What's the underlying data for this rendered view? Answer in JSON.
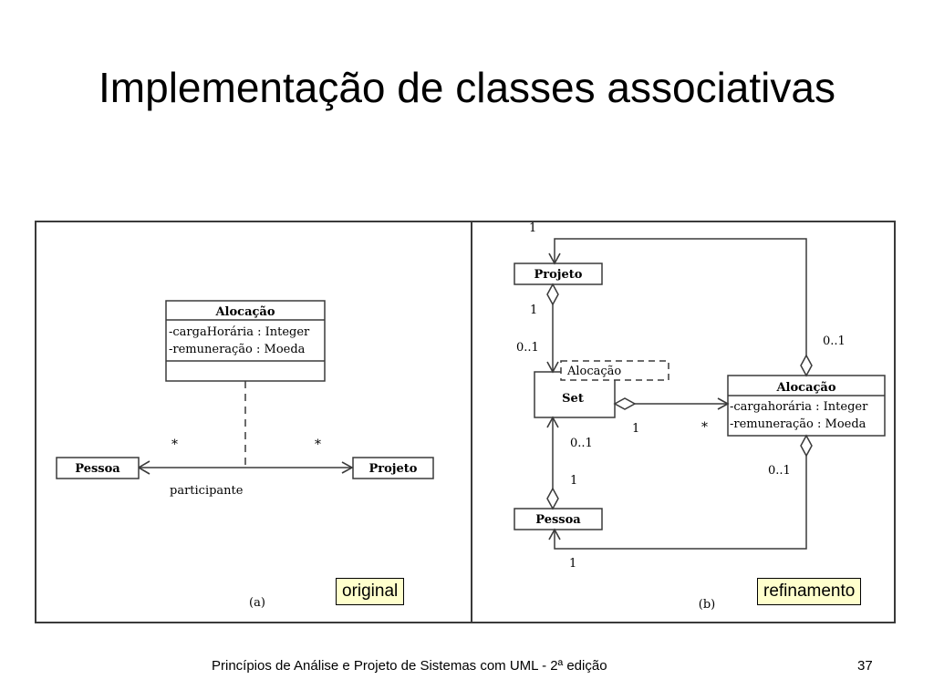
{
  "slide": {
    "title": "Implementação de classes associativas",
    "footer": "Princípios de Análise e Projeto de Sistemas com UML - 2ª edição",
    "page_number": "37"
  },
  "panel_a": {
    "caption": "(a)",
    "tag": "original",
    "assoc_class": {
      "name": "Alocação",
      "attributes": [
        "-cargaHorária : Integer",
        "-remuneração : Moeda"
      ]
    },
    "left_class": "Pessoa",
    "right_class": "Projeto",
    "left_multiplicity": "*",
    "right_multiplicity": "*",
    "association_name": "participante"
  },
  "panel_b": {
    "caption": "(b)",
    "tag": "refinamento",
    "projeto": "Projeto",
    "set": "Set",
    "set_param": "Alocação",
    "pessoa": "Pessoa",
    "alocacao": {
      "name": "Alocação",
      "attributes": [
        "-cargahorária : Integer",
        "-remuneração : Moeda"
      ]
    },
    "mult_top_loop": "1",
    "mult_projeto_set_top": "1",
    "mult_projeto_set_bottom": "0..1",
    "mult_alocacao_projeto": "0..1",
    "mult_set_alocacao_one": "1",
    "mult_set_alocacao_many": "*",
    "mult_set_pessoa_top": "0..1",
    "mult_set_pessoa_bottom": "1",
    "mult_alocacao_pessoa": "0..1",
    "mult_bottom_loop": "1"
  },
  "colors": {
    "tag_background": "#ffffcc",
    "line": "#3a3a3a"
  }
}
